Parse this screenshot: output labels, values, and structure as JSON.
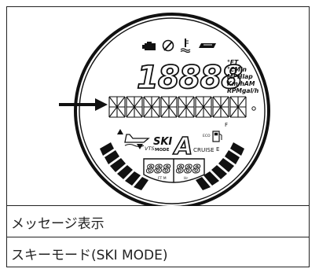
{
  "rows": [
    {
      "label": "メッセージ表示"
    },
    {
      "label": "スキーモード(SKI MODE)"
    }
  ],
  "display": {
    "main_digits": "18888",
    "units_column": [
      "°FT",
      "°CMin",
      "MPHlap",
      "Km/hAM",
      "RPMgal/h"
    ],
    "alpha_segments": 8,
    "ski_label": "SKI",
    "mode_label": "MODE",
    "vts_label": "VTS",
    "cruise_label": "CRUISE",
    "eco_label": "ECO",
    "fuel_f": "F",
    "fuel_e": "E",
    "left_digits": "888",
    "right_digits": "888",
    "left_unit": "FT M",
    "right_unit": "Hr",
    "gear_char": "A"
  },
  "icons": [
    "engine-icon",
    "wrench-icon",
    "temperature-icon",
    "battery-icon",
    "jetski-icon",
    "fuel-pump-icon",
    "arrow-icon"
  ]
}
